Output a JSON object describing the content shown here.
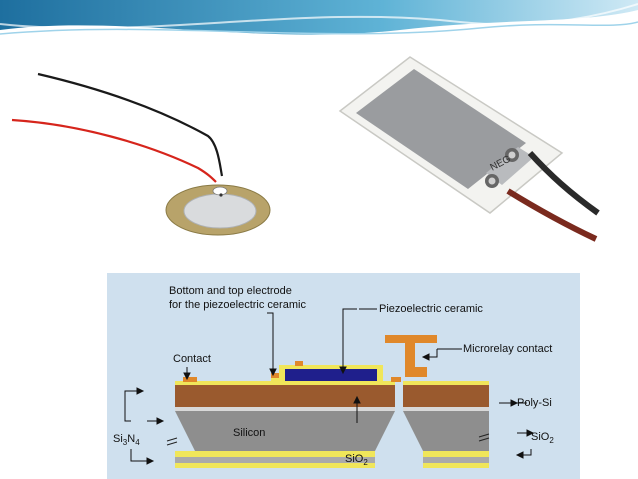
{
  "disc_photo": {},
  "strip_photo": {
    "tag_text": "NEG"
  },
  "diagram": {
    "labels": {
      "electrode_line1": "Bottom and top electrode",
      "electrode_line2": "for the piezoelectric ceramic",
      "piezo_ceramic": "Piezoelectric ceramic",
      "contact": "Contact",
      "microrelay_contact": "Microrelay contact",
      "poly_si": "Poly-Si",
      "silicon": "Silicon",
      "si3n4_main": "Si",
      "si3n4_sub1": "3",
      "si3n4_mid": "N",
      "si3n4_sub2": "4",
      "sio2_left_main": "SiO",
      "sio2_left_sub": "2",
      "sio2_right_main": "SiO",
      "sio2_right_sub": "2"
    }
  }
}
